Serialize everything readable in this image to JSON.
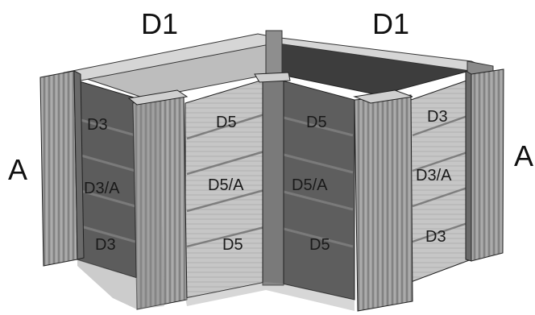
{
  "labels": {
    "top_left": "D1",
    "top_right": "D1",
    "side_left": "A",
    "side_right": "A"
  },
  "panels": {
    "left_outer": [
      "D3",
      "D3/A",
      "D3"
    ],
    "left_inner": [
      "D5",
      "D5/A",
      "D5"
    ],
    "right_inner": [
      "D5",
      "D5/A",
      "D5"
    ],
    "right_outer": [
      "D3",
      "D3/A",
      "D3"
    ]
  },
  "colors": {
    "board_light": "#c9c9c9",
    "board_mid": "#a9a9a9",
    "board_dark": "#5e5e5e",
    "post": "#9a9a9a",
    "post_dark": "#6a6a6a",
    "cavity_dark": "#3d3d3d",
    "cavity_light": "#bdbdbd",
    "outline": "#2a2a2a"
  }
}
